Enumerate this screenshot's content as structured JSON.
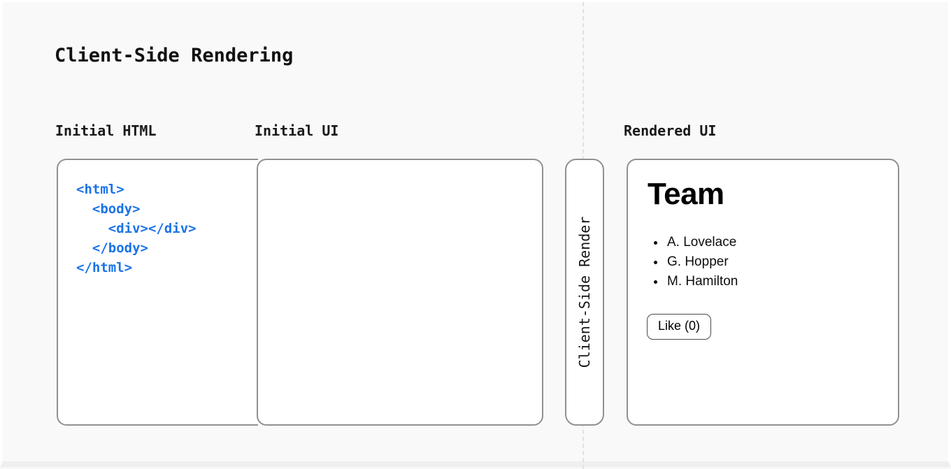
{
  "page": {
    "title": "Client-Side Rendering",
    "background_color": "#f9f9f9",
    "divider_color": "#e2e2e2",
    "panel_border_color": "#8f9194",
    "code_color": "#1a73e8"
  },
  "columns": {
    "initial_html_label": "Initial HTML",
    "initial_ui_label": "Initial UI",
    "rendered_ui_label": "Rendered UI"
  },
  "code_panel": {
    "code": "<html>\n  <body>\n    <div></div>\n  </body>\n</html>"
  },
  "initial_ui_panel": {
    "content": ""
  },
  "render_strip": {
    "label": "Client-Side Render"
  },
  "rendered_ui": {
    "heading": "Team",
    "list": [
      "A. Lovelace",
      "G. Hopper",
      "M. Hamilton"
    ],
    "button_label": "Like (0)"
  }
}
